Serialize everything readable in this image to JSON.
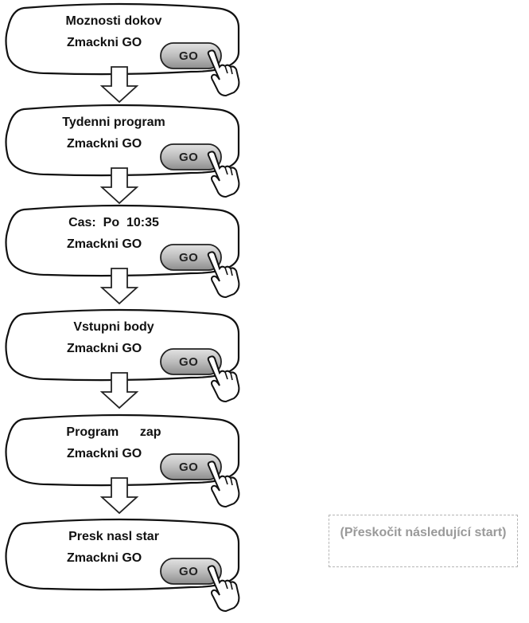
{
  "steps": [
    {
      "title": "Moznosti dokov",
      "prompt": "Zmackni GO",
      "button": "GO"
    },
    {
      "title": "Tydenni program",
      "prompt": "Zmackni GO",
      "button": "GO"
    },
    {
      "title": "Cas:  Po  10:35",
      "prompt": "Zmackni GO",
      "button": "GO"
    },
    {
      "title": "Vstupni body",
      "prompt": "Zmackni GO",
      "button": "GO"
    },
    {
      "title": "Program      zap",
      "prompt": "Zmackni GO",
      "button": "GO"
    },
    {
      "title": "Presk nasl star",
      "prompt": "Zmackni GO",
      "button": "GO"
    }
  ],
  "note": "(Přeskočit následující start)"
}
